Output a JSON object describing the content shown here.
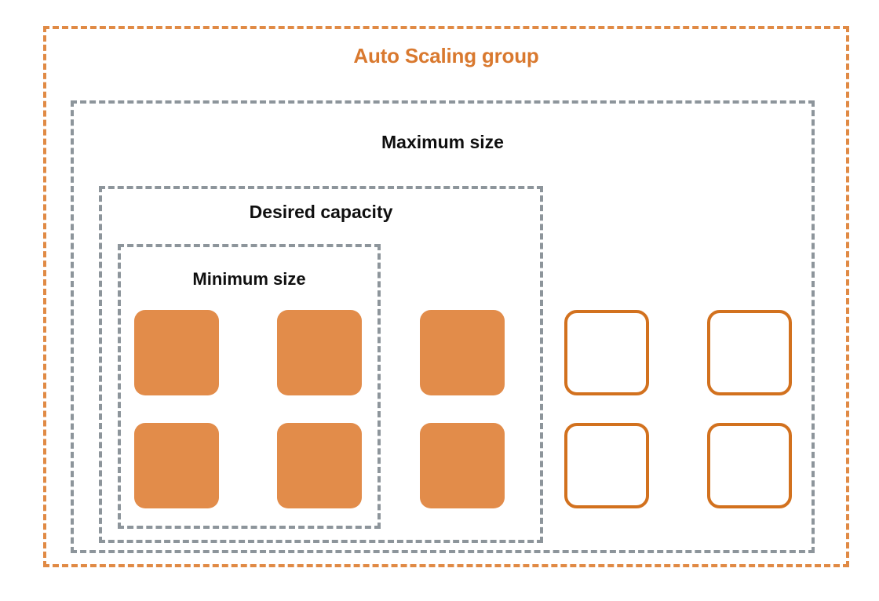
{
  "diagram": {
    "title": "Auto Scaling group",
    "boxes": [
      {
        "name": "auto-scaling-group",
        "label": "Auto Scaling group",
        "border_style": "dashed",
        "border_color": "#E08A45"
      },
      {
        "name": "maximum-size",
        "label": "Maximum size",
        "border_style": "dashed",
        "border_color": "#8D959B"
      },
      {
        "name": "desired-capacity",
        "label": "Desired capacity",
        "border_style": "dashed",
        "border_color": "#8D959B"
      },
      {
        "name": "minimum-size",
        "label": "Minimum size",
        "border_style": "dashed",
        "border_color": "#8D959B"
      }
    ],
    "colors": {
      "accent_orange": "#E08A45",
      "title_orange": "#D9792F",
      "instance_fill": "#E28C4A",
      "instance_outline": "#D2711E",
      "dashed_gray": "#8D959B",
      "label_text": "#0f0f0f",
      "background": "#ffffff"
    },
    "instances": {
      "rows": 2,
      "columns": 5,
      "filled_columns": 3,
      "outlined_columns": 2,
      "filled_count": 6,
      "outlined_count": 4,
      "total_count": 10,
      "grid": [
        [
          "filled",
          "filled",
          "filled",
          "outlined",
          "outlined"
        ],
        [
          "filled",
          "filled",
          "filled",
          "outlined",
          "outlined"
        ]
      ]
    }
  }
}
